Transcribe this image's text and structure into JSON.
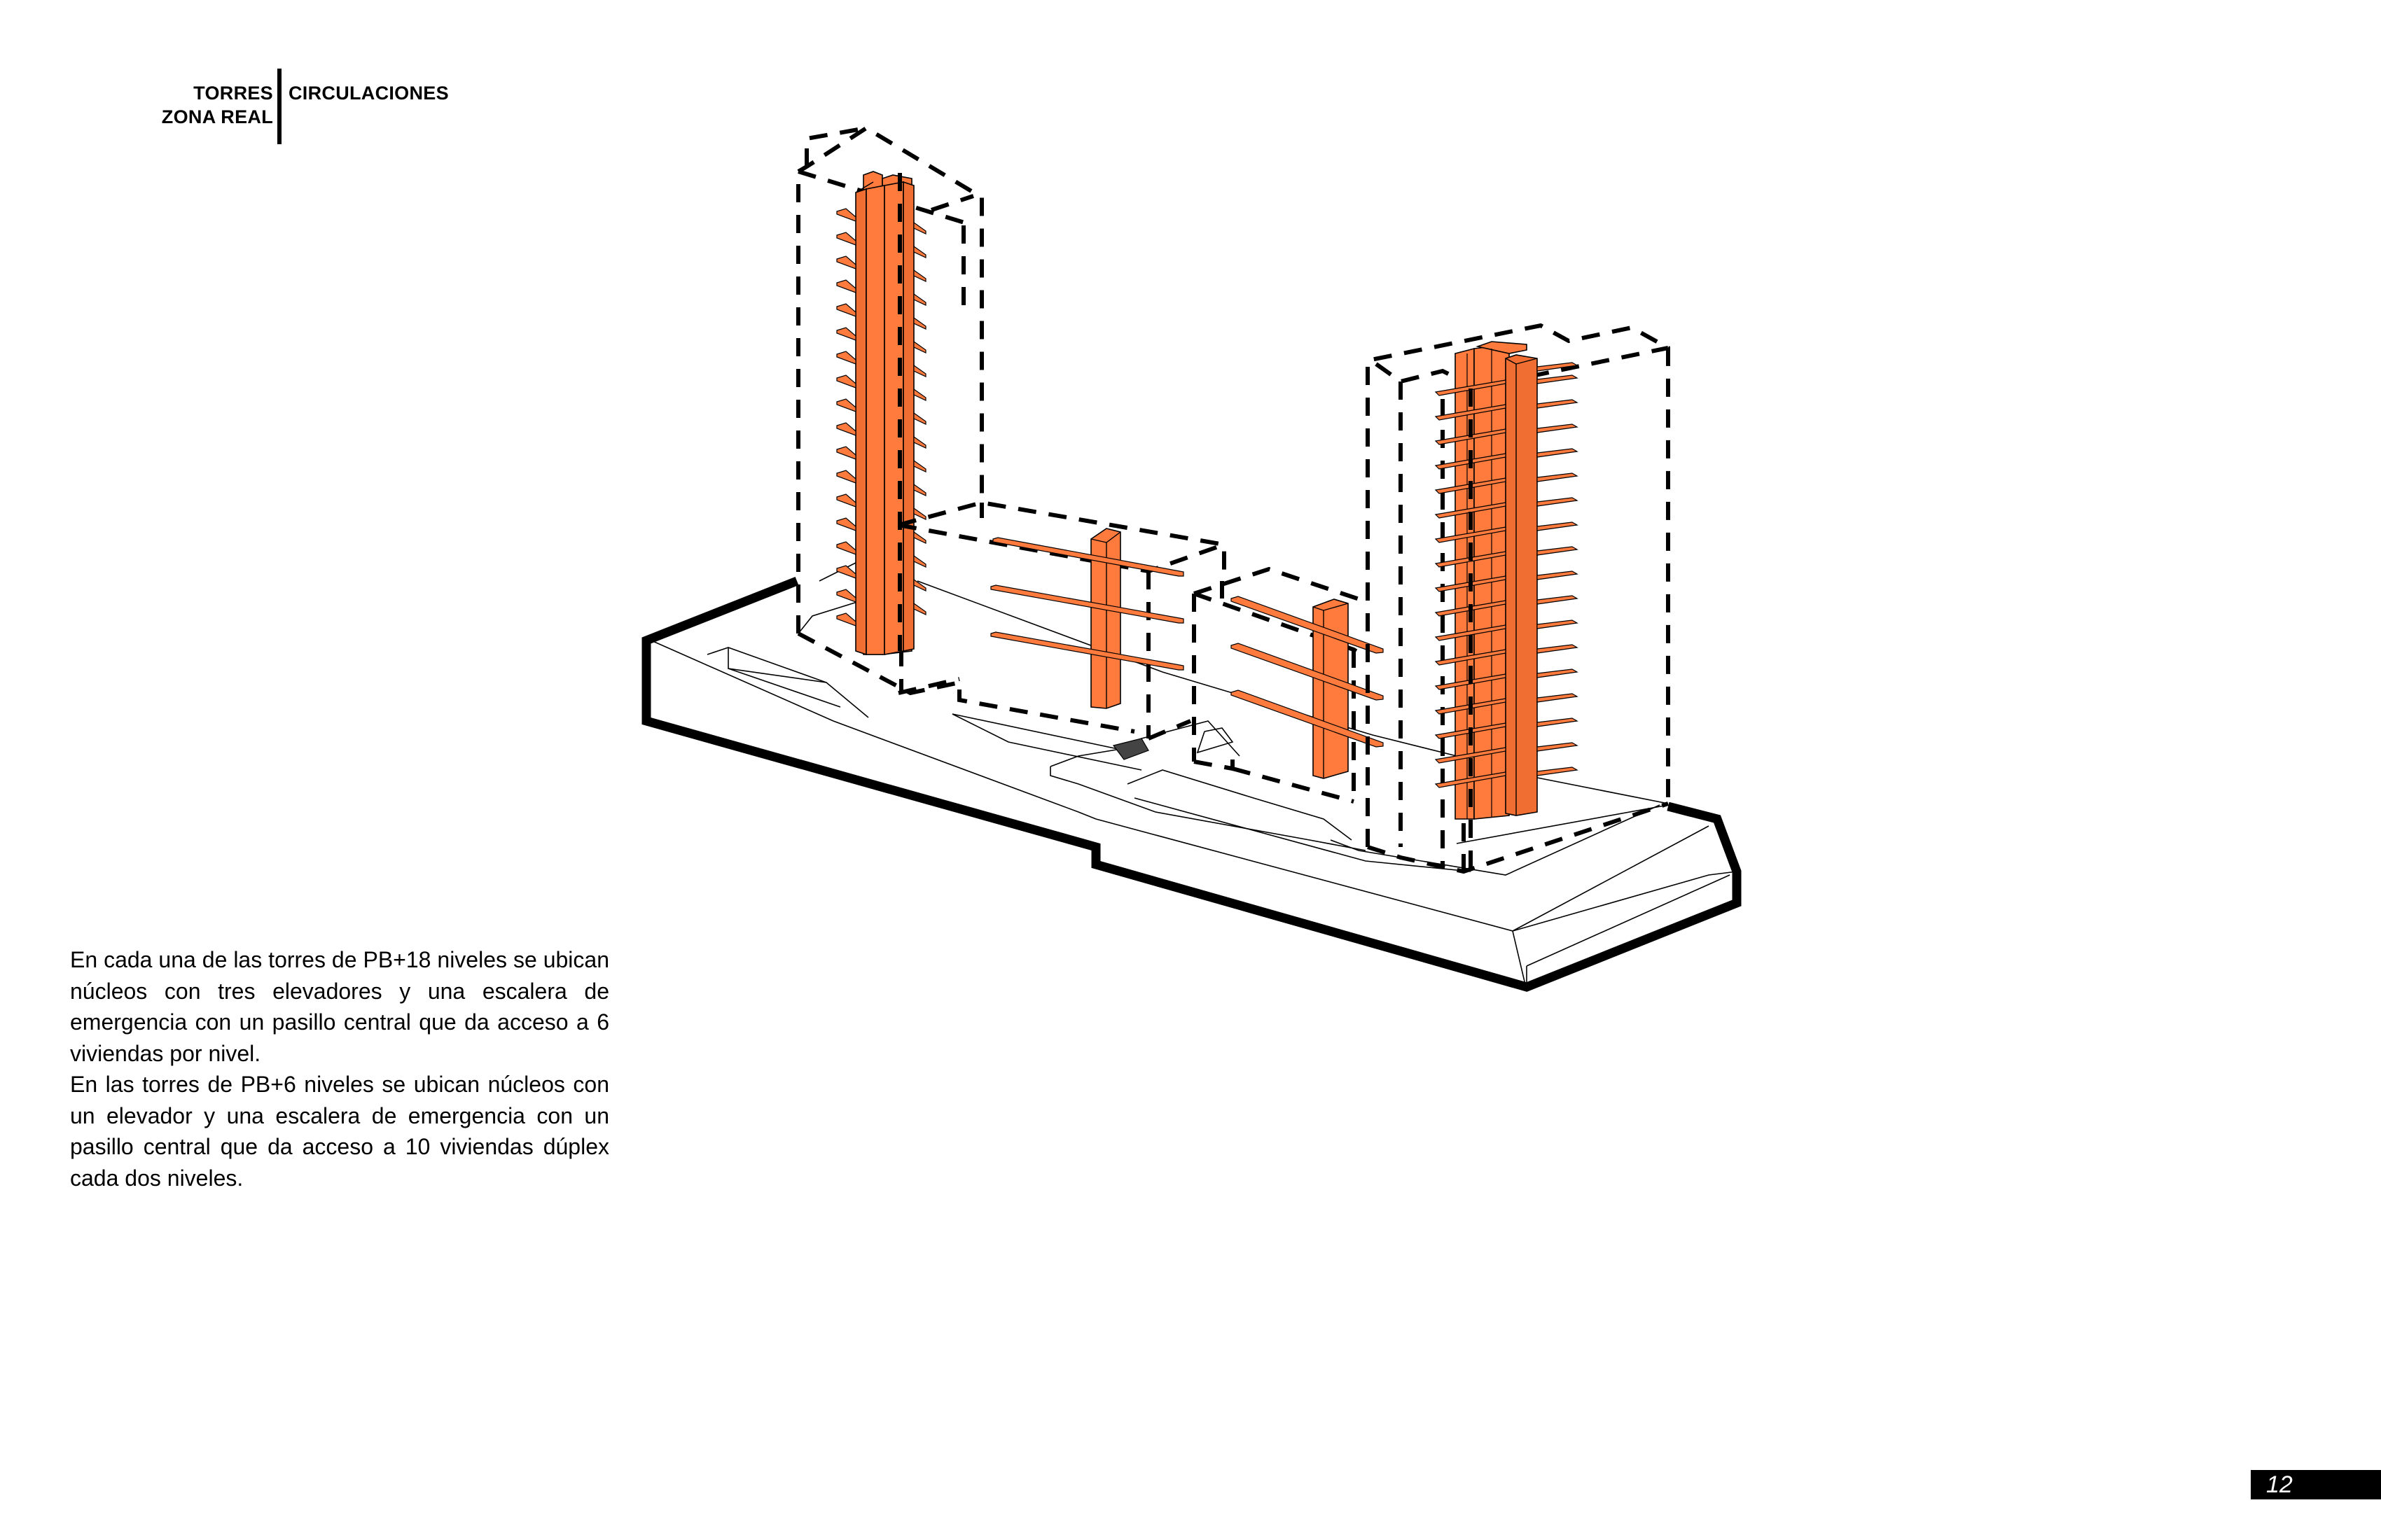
{
  "header": {
    "section_line1": "TORRES",
    "section_line2": "ZONA REAL",
    "topic": "CIRCULACIONES"
  },
  "description": {
    "paragraph1": "En cada una de las torres de PB+18 niveles se ubican núcleos con tres elevadores y una escalera de emergencia con un pasillo central que da acceso a 6 viviendas por nivel.",
    "paragraph2": "En las torres de PB+6 niveles se ubican núcleos con un elevador y una escalera de emergencia con un pasillo central que da acceso a 10 viviendas dúplex cada dos niveles."
  },
  "page_number": "12",
  "diagram": {
    "type": "axonometric",
    "subject": "circulation cores of towers",
    "core_color": "#FF7A3D",
    "outline_color": "#000000",
    "towers": [
      {
        "name": "tower-left",
        "levels": "PB+18"
      },
      {
        "name": "block-mid-1",
        "levels": "PB+6"
      },
      {
        "name": "block-mid-2",
        "levels": "PB+6"
      },
      {
        "name": "tower-right",
        "levels": "PB+18"
      }
    ]
  }
}
